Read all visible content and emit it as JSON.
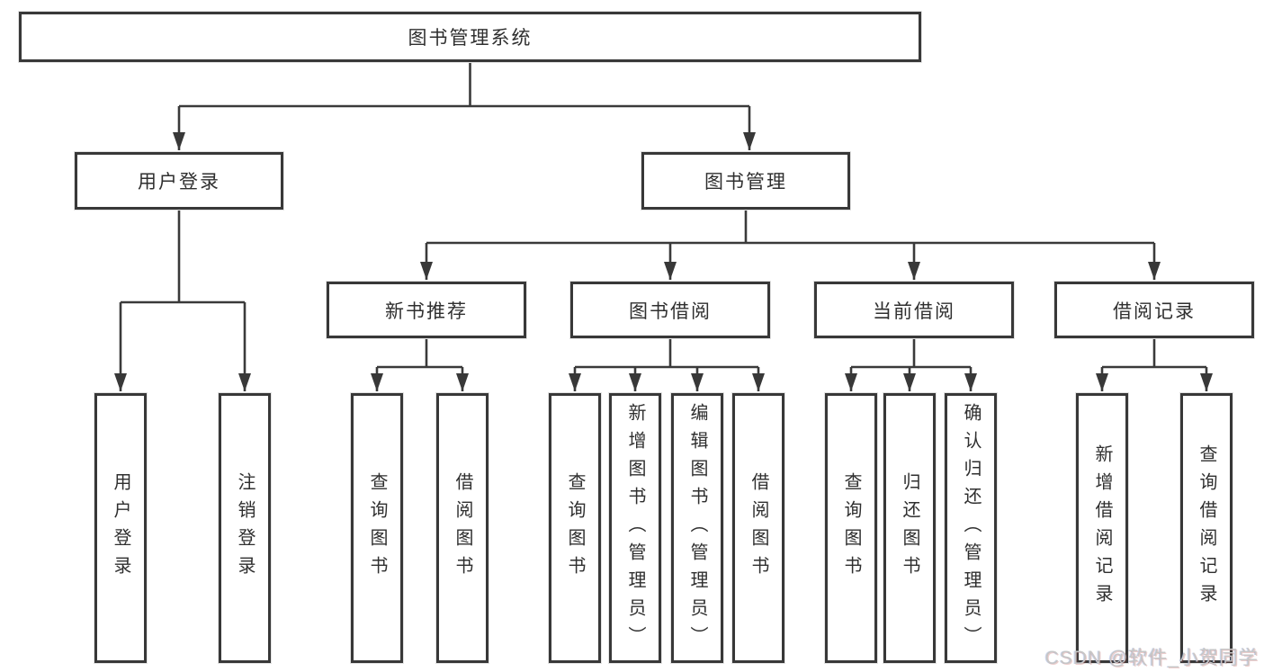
{
  "nodes": {
    "root": "图书管理系统",
    "user_login": "用户登录",
    "book_mgmt": "图书管理",
    "new_books": "新书推荐",
    "book_borrow": "图书借阅",
    "current_borrow": "当前借阅",
    "borrow_records": "借阅记录",
    "leaves": {
      "user_login": [
        "用户登录",
        "注销登录"
      ],
      "new_books": [
        "查询图书",
        "借阅图书"
      ],
      "book_borrow": [
        "查询图书",
        "新增图书（管理员）",
        "编辑图书（管理员）",
        "借阅图书"
      ],
      "current_borrow": [
        "查询图书",
        "归还图书",
        "确认归还（管理员）"
      ],
      "borrow_records": [
        "新增借阅记录",
        "查询借阅记录"
      ]
    }
  },
  "watermark": {
    "text": "CSDN @软件_小贺同学"
  },
  "colors": {
    "line": "#3a3a3a",
    "box_border": "#383838",
    "text": "#2f2f2f",
    "watermark": "#c6c6c6",
    "background": "#ffffff"
  }
}
